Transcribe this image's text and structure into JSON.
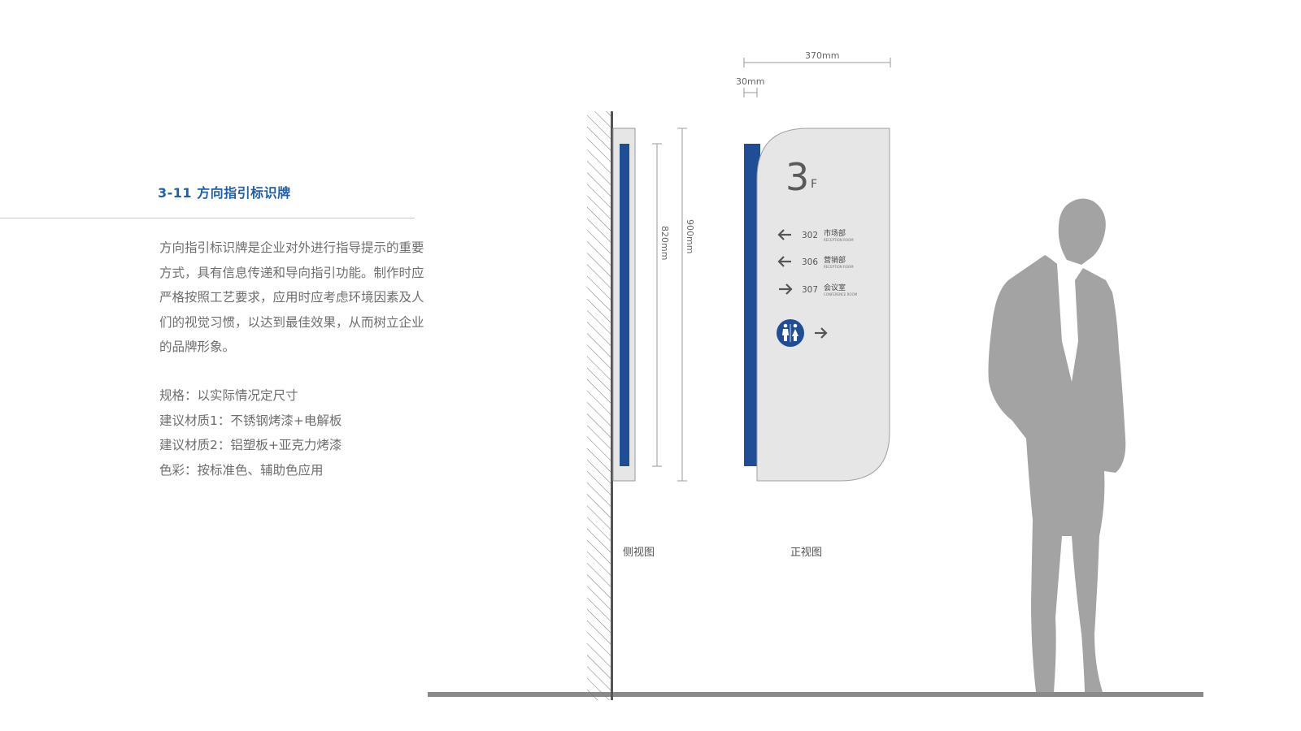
{
  "section": {
    "title": "3-11  方向指引标识牌",
    "description": "方向指引标识牌是企业对外进行指导提示的重要方式，具有信息传递和导向指引功能。制作时应严格按照工艺要求，应用时应考虑环境因素及人们的视觉习惯，以达到最佳效果，从而树立企业的品牌形象。",
    "specs": [
      "规格：以实际情况定尺寸",
      "建议材质1：不锈钢烤漆+电解板",
      "建议材质2：铝塑板+亚克力烤漆",
      "色彩：按标准色、辅助色应用"
    ]
  },
  "dimensions": {
    "width_total": "370mm",
    "width_edge": "30mm",
    "height_inner": "820mm",
    "height_total": "900mm"
  },
  "sign": {
    "floor_number": "3",
    "floor_letter": "F",
    "rooms": [
      {
        "direction": "left",
        "number": "302",
        "name": "市场部",
        "subtitle": "RECEPTION ROOM"
      },
      {
        "direction": "left",
        "number": "306",
        "name": "营销部",
        "subtitle": "RECEPTION ROOM"
      },
      {
        "direction": "right",
        "number": "307",
        "name": "会议室",
        "subtitle": "CONFERENCE ROOM"
      }
    ],
    "restroom_icon": "restroom-icon",
    "restroom_direction": "right"
  },
  "captions": {
    "side_view": "侧视图",
    "front_view": "正视图"
  },
  "colors": {
    "brand_blue": "#1f4e96",
    "title_blue": "#1f5fae",
    "panel_gray": "#e6e6e6",
    "silhouette_gray": "#a3a3a3",
    "floor_gray": "#8a8a8a"
  }
}
